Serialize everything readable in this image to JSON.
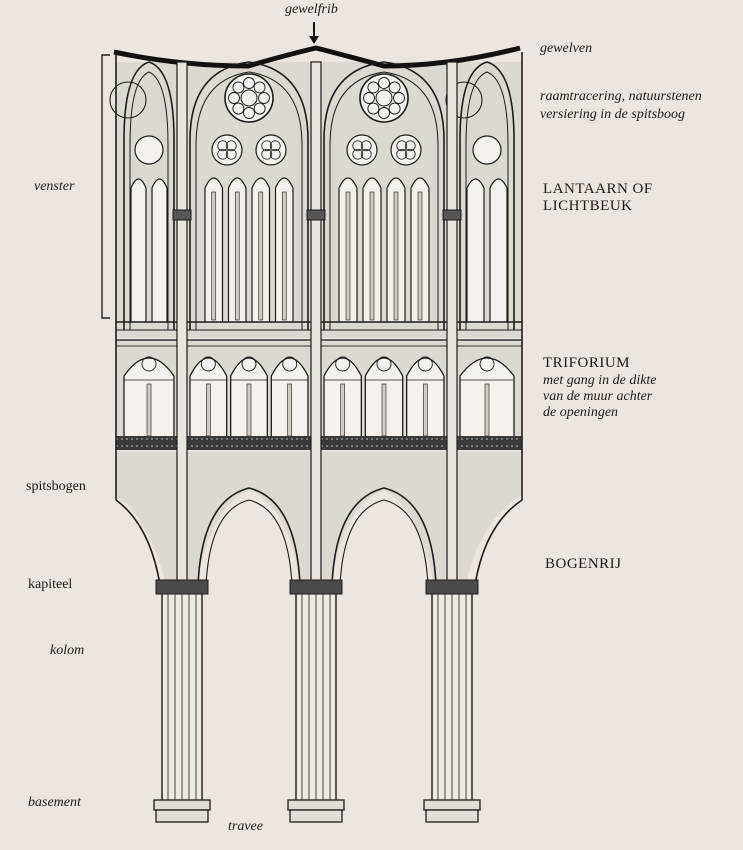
{
  "labels": {
    "top_rib": "gewelfrib",
    "vaults": "gewelven",
    "tracery_1": "raamtracering, natuurstenen",
    "tracery_2": "versiering in de spitsboog",
    "window": "venster",
    "clerestory_1": "LANTAARN OF",
    "clerestory_2": "LICHTBEUK",
    "triforium": "TRIFORIUM",
    "triforium_sub_1": "met gang in de dikte",
    "triforium_sub_2": "van de muur achter",
    "triforium_sub_3": "de openingen",
    "pointed_arches": "spitsbogen",
    "arcade": "BOGENRIJ",
    "capital": "kapiteel",
    "column": "kolom",
    "base": "basement",
    "bay": "travee"
  }
}
